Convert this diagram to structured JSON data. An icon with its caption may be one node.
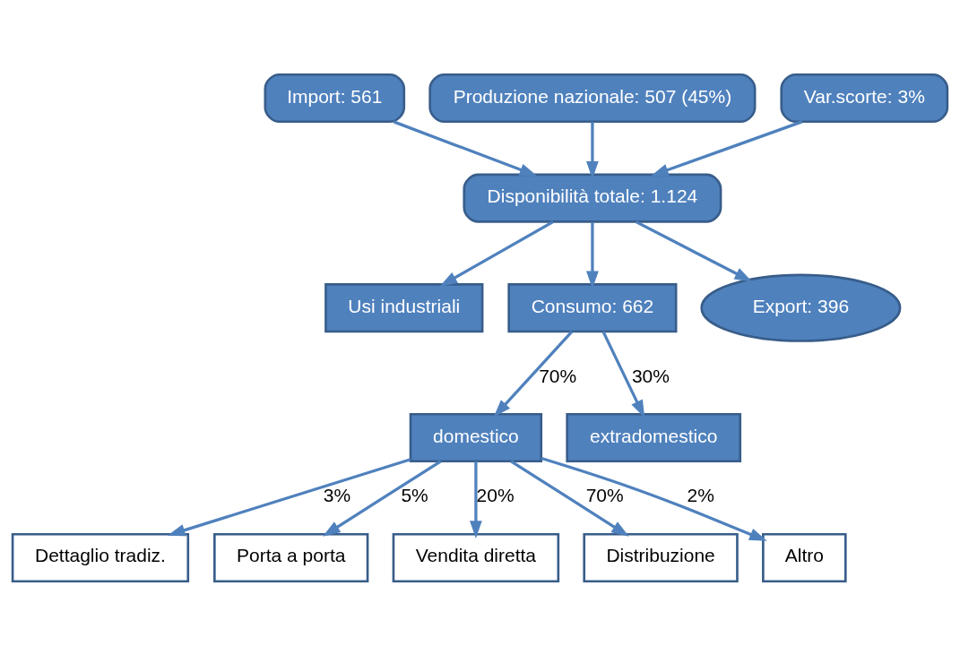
{
  "diagram": {
    "nodes": [
      {
        "text": [
          "Import: 561"
        ]
      },
      {
        "text": [
          "Produzione nazionale: 507 (45%)"
        ]
      },
      {
        "text": [
          "Var.scorte: 3%"
        ]
      },
      {
        "text": [
          "Disponibilità totale: 1.124"
        ]
      },
      {
        "text": [
          "Usi industriali"
        ]
      },
      {
        "text": [
          "Consumo: 662"
        ]
      },
      {
        "text": [
          "Export: 396"
        ]
      },
      {
        "text": [
          "domestico"
        ]
      },
      {
        "text": [
          "extradomestico"
        ]
      },
      {
        "text": [
          "Dettaglio tradiz."
        ]
      },
      {
        "text": [
          "Porta a porta"
        ]
      },
      {
        "text": [
          "Vendita diretta"
        ]
      },
      {
        "text": [
          "Distribuzione"
        ]
      },
      {
        "text": [
          "Altro"
        ]
      }
    ],
    "edges": [
      {
        "from": 0,
        "to": 3,
        "arrow": "to"
      },
      {
        "from": 1,
        "to": 3,
        "arrow": "to"
      },
      {
        "from": 2,
        "to": 3,
        "arrow": "to"
      },
      {
        "from": 3,
        "to": 4,
        "arrow": "to"
      },
      {
        "from": 3,
        "to": 5,
        "arrow": "to"
      },
      {
        "from": 3,
        "to": 6,
        "arrow": "to"
      },
      {
        "from": 5,
        "to": 7,
        "arrow": "to",
        "label": "70%"
      },
      {
        "from": 5,
        "to": 8,
        "arrow": "to",
        "label": "30%"
      },
      {
        "from": 7,
        "to": 9,
        "arrow": "to",
        "label": "3%"
      },
      {
        "from": 7,
        "to": 10,
        "arrow": "to",
        "label": "5%"
      },
      {
        "from": 7,
        "to": 11,
        "arrow": "to",
        "label": "20%"
      },
      {
        "from": 7,
        "to": 12,
        "arrow": "to",
        "label": "70%"
      },
      {
        "from": 7,
        "to": 13,
        "arrow": "to",
        "label": "2%"
      }
    ]
  }
}
